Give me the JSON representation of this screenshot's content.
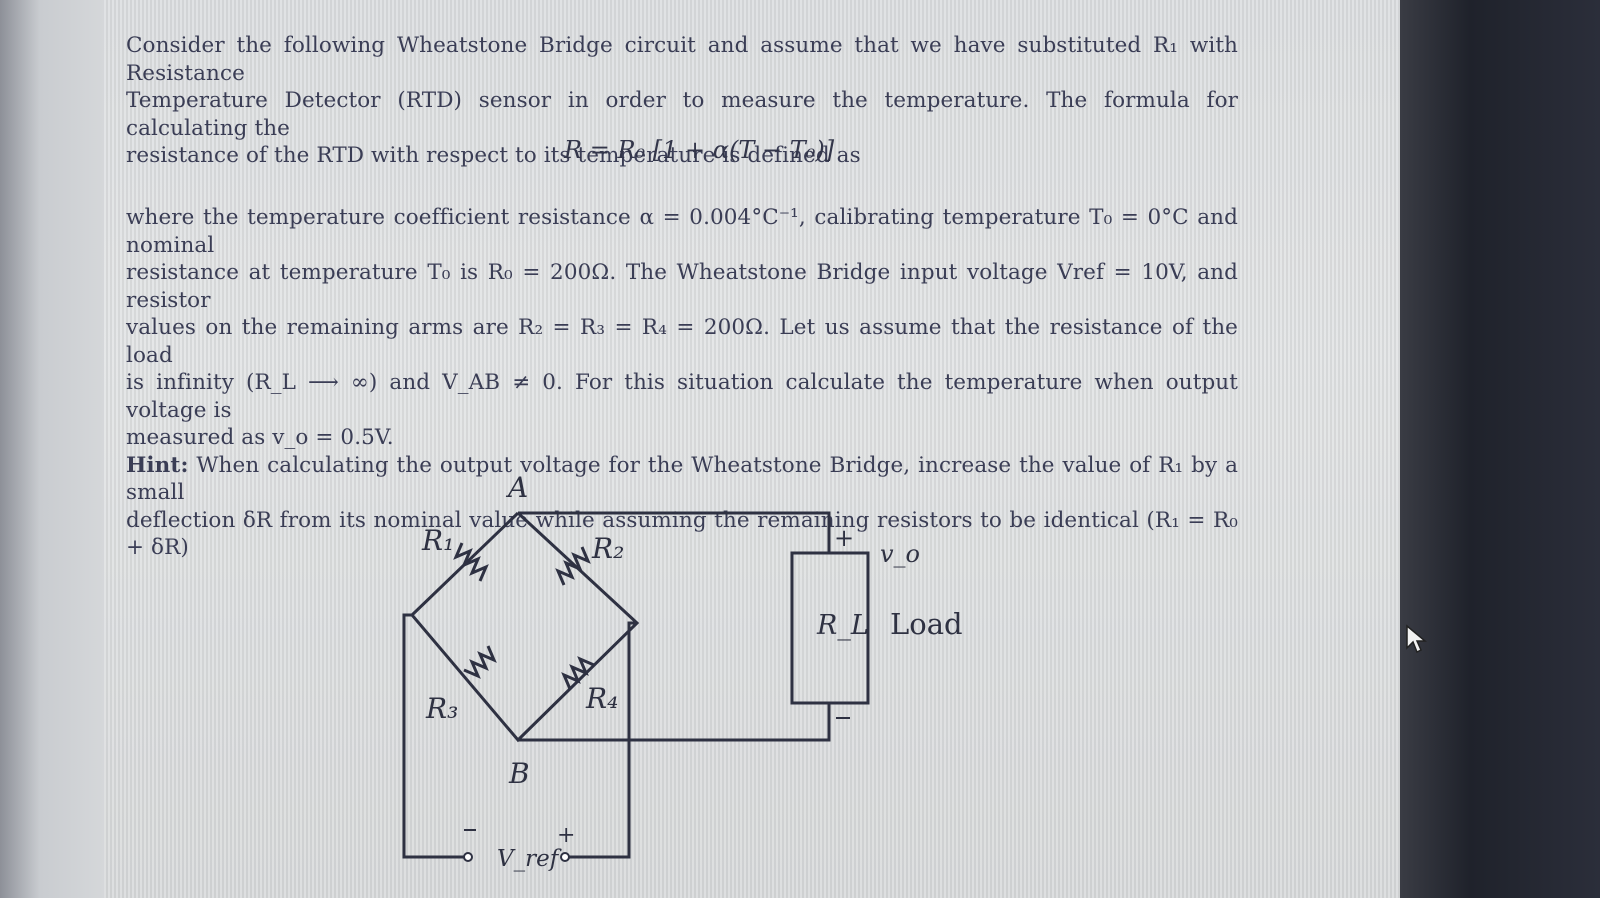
{
  "problem": {
    "lines1": [
      "Consider the following Wheatstone Bridge circuit and assume that we have substituted R₁ with Resistance",
      "Temperature Detector (RTD) sensor in order to measure the temperature. The formula for calculating the",
      "resistance of the RTD with respect to its temperature is defined as"
    ],
    "formula": "R = R₀ [1 + α(T − T₀)]",
    "lines2": [
      "where the temperature coefficient resistance α = 0.004°C⁻¹, calibrating temperature T₀ = 0°C and nominal",
      "resistance at temperature T₀ is R₀ = 200Ω. The Wheatstone Bridge input voltage Vref = 10V, and resistor",
      "values on the remaining arms are R₂ = R₃ = R₄ = 200Ω. Let us assume that the resistance of the load",
      "is infinity (R_L ⟶ ∞) and V_AB ≠ 0. For this situation calculate the temperature when output voltage is",
      "measured as v_o = 0.5V."
    ],
    "hint_label": "Hint:",
    "hint_lines": [
      " When calculating the output voltage for the Wheatstone Bridge, increase the value of R₁ by a small",
      "deflection δR from its nominal value while assuming the remaining resistors to be identical (R₁ = R₀ + δR)"
    ]
  },
  "circuit": {
    "node_a": "A",
    "node_b": "B",
    "r1": "R₁",
    "r2": "R₂",
    "r3": "R₃",
    "r4": "R₄",
    "rl": "R_L",
    "load": "Load",
    "vo": "v_o",
    "vref": "V_ref",
    "plus": "+",
    "minus": "−"
  }
}
